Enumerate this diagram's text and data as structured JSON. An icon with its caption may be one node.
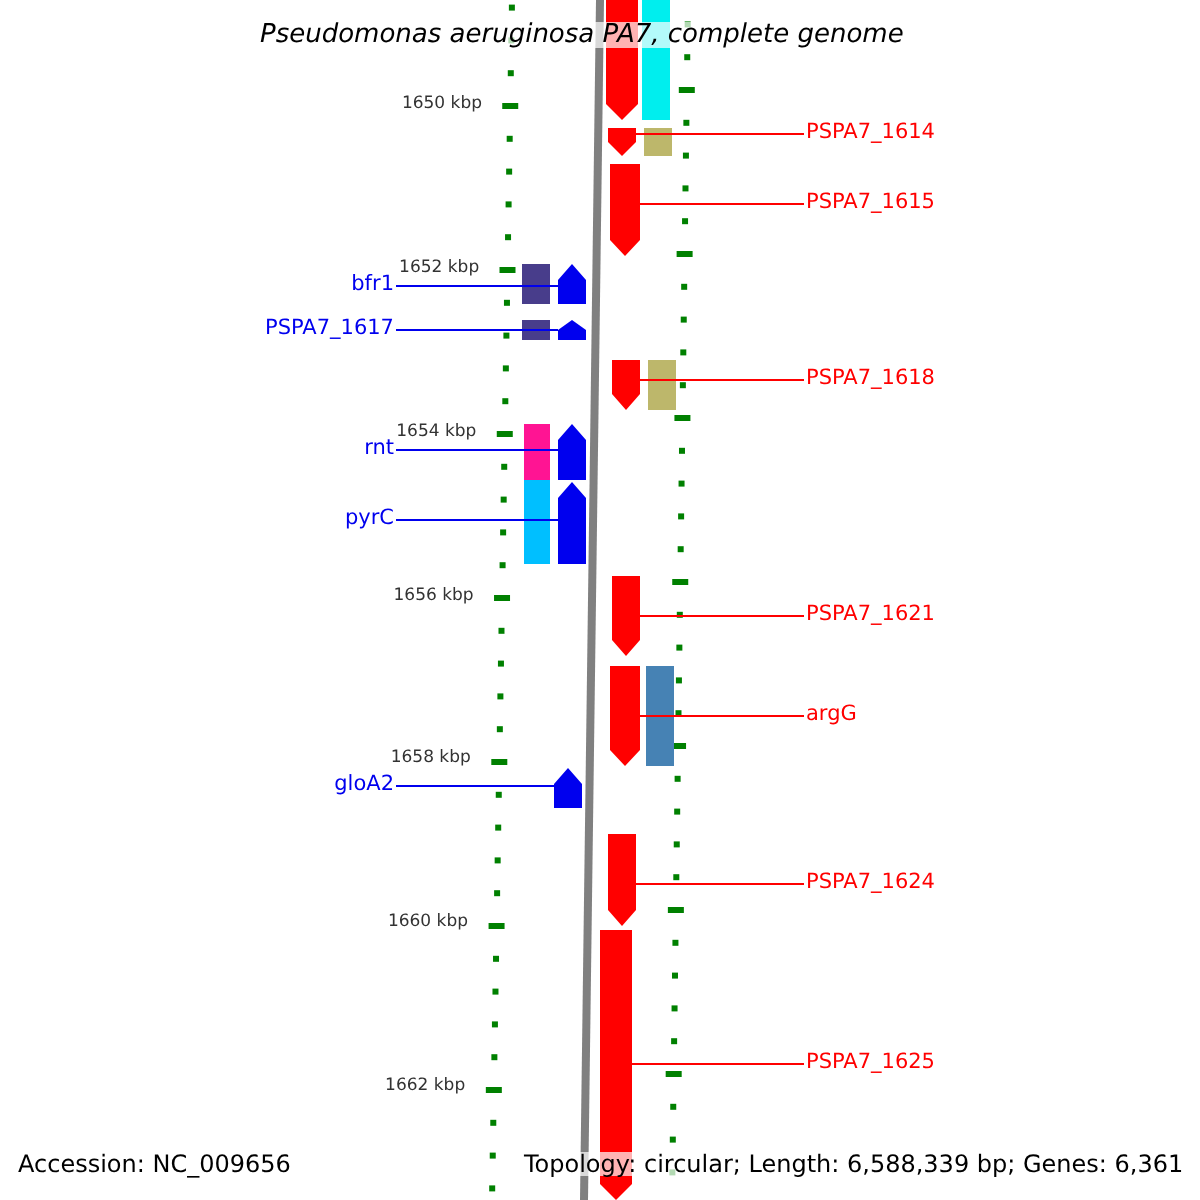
{
  "diagram": {
    "title": "Pseudomonas aeruginosa PA7, complete genome",
    "nodes": [
      {
        "text": [
          "PSPA7_1614"
        ]
      },
      {
        "text": [],
        "shape": "arrow"
      },
      {
        "text": [
          "PSPA7_1615"
        ]
      },
      {
        "text": [],
        "shape": "arrow"
      },
      {
        "text": [
          "bfr1"
        ]
      },
      {
        "text": [],
        "shape": "arrow"
      },
      {
        "text": [
          "PSPA7_1617"
        ]
      },
      {
        "text": [],
        "shape": "arrow"
      },
      {
        "text": [
          "PSPA7_1618"
        ]
      },
      {
        "text": [],
        "shape": "arrow"
      },
      {
        "text": [
          "rnt"
        ]
      },
      {
        "text": [],
        "shape": "arrow"
      },
      {
        "text": [
          "pyrC"
        ]
      },
      {
        "text": [],
        "shape": "arrow"
      },
      {
        "text": [
          "PSPA7_1621"
        ]
      },
      {
        "text": [],
        "shape": "arrow"
      },
      {
        "text": [
          "argG"
        ]
      },
      {
        "text": [],
        "shape": "arrow"
      },
      {
        "text": [
          "gloA2"
        ]
      },
      {
        "text": [],
        "shape": "arrow"
      },
      {
        "text": [
          "PSPA7_1624"
        ]
      },
      {
        "text": [],
        "shape": "arrow"
      },
      {
        "text": [
          "PSPA7_1625"
        ]
      },
      {
        "text": [],
        "shape": "arrow"
      }
    ],
    "edges": [
      {
        "from": 0,
        "to": 1,
        "arrow": "none"
      },
      {
        "from": 2,
        "to": 3,
        "arrow": "none"
      },
      {
        "from": 4,
        "to": 5,
        "arrow": "none",
        "color": "#0000ee"
      },
      {
        "from": 6,
        "to": 7,
        "arrow": "none",
        "color": "#0000ee"
      },
      {
        "from": 8,
        "to": 9,
        "arrow": "none"
      },
      {
        "from": 10,
        "to": 11,
        "arrow": "none",
        "color": "#0000ee"
      },
      {
        "from": 12,
        "to": 13,
        "arrow": "none",
        "color": "#0000ee"
      },
      {
        "from": 14,
        "to": 15,
        "arrow": "none"
      },
      {
        "from": 16,
        "to": 17,
        "arrow": "none"
      },
      {
        "from": 18,
        "to": 19,
        "arrow": "none",
        "color": "#0000ee"
      },
      {
        "from": 20,
        "to": 21,
        "arrow": "none"
      },
      {
        "from": 22,
        "to": 23,
        "arrow": "none"
      }
    ],
    "labels": [
      "1650 kbp",
      "1652 kbp",
      "1654 kbp",
      "1656 kbp",
      "1658 kbp",
      "1660 kbp",
      "1662 kbp",
      "Accession: NC_009656",
      "Topology: circular; Length: 6,588,339 bp; Genes: 6,361"
    ]
  }
}
